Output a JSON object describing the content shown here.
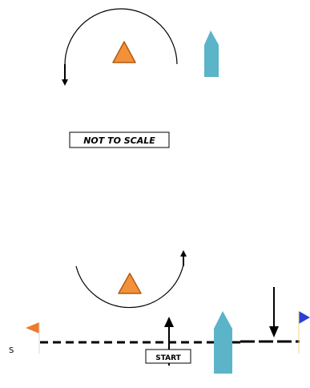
{
  "labels": {
    "not_to_scale": "NOT TO SCALE",
    "start": "START",
    "side_mark": "S"
  },
  "colors": {
    "mark": "#f2913a",
    "mark_stroke": "#b45a10",
    "boat": "#5bb4c8",
    "left_flag": "#f07a2a",
    "right_flag": "#2b3fd6",
    "line": "#000000"
  },
  "icons": {
    "mark": "orange-triangle-mark-icon",
    "boat": "sailboat-icon",
    "arrow": "arrow-icon",
    "flag": "flag-icon"
  }
}
